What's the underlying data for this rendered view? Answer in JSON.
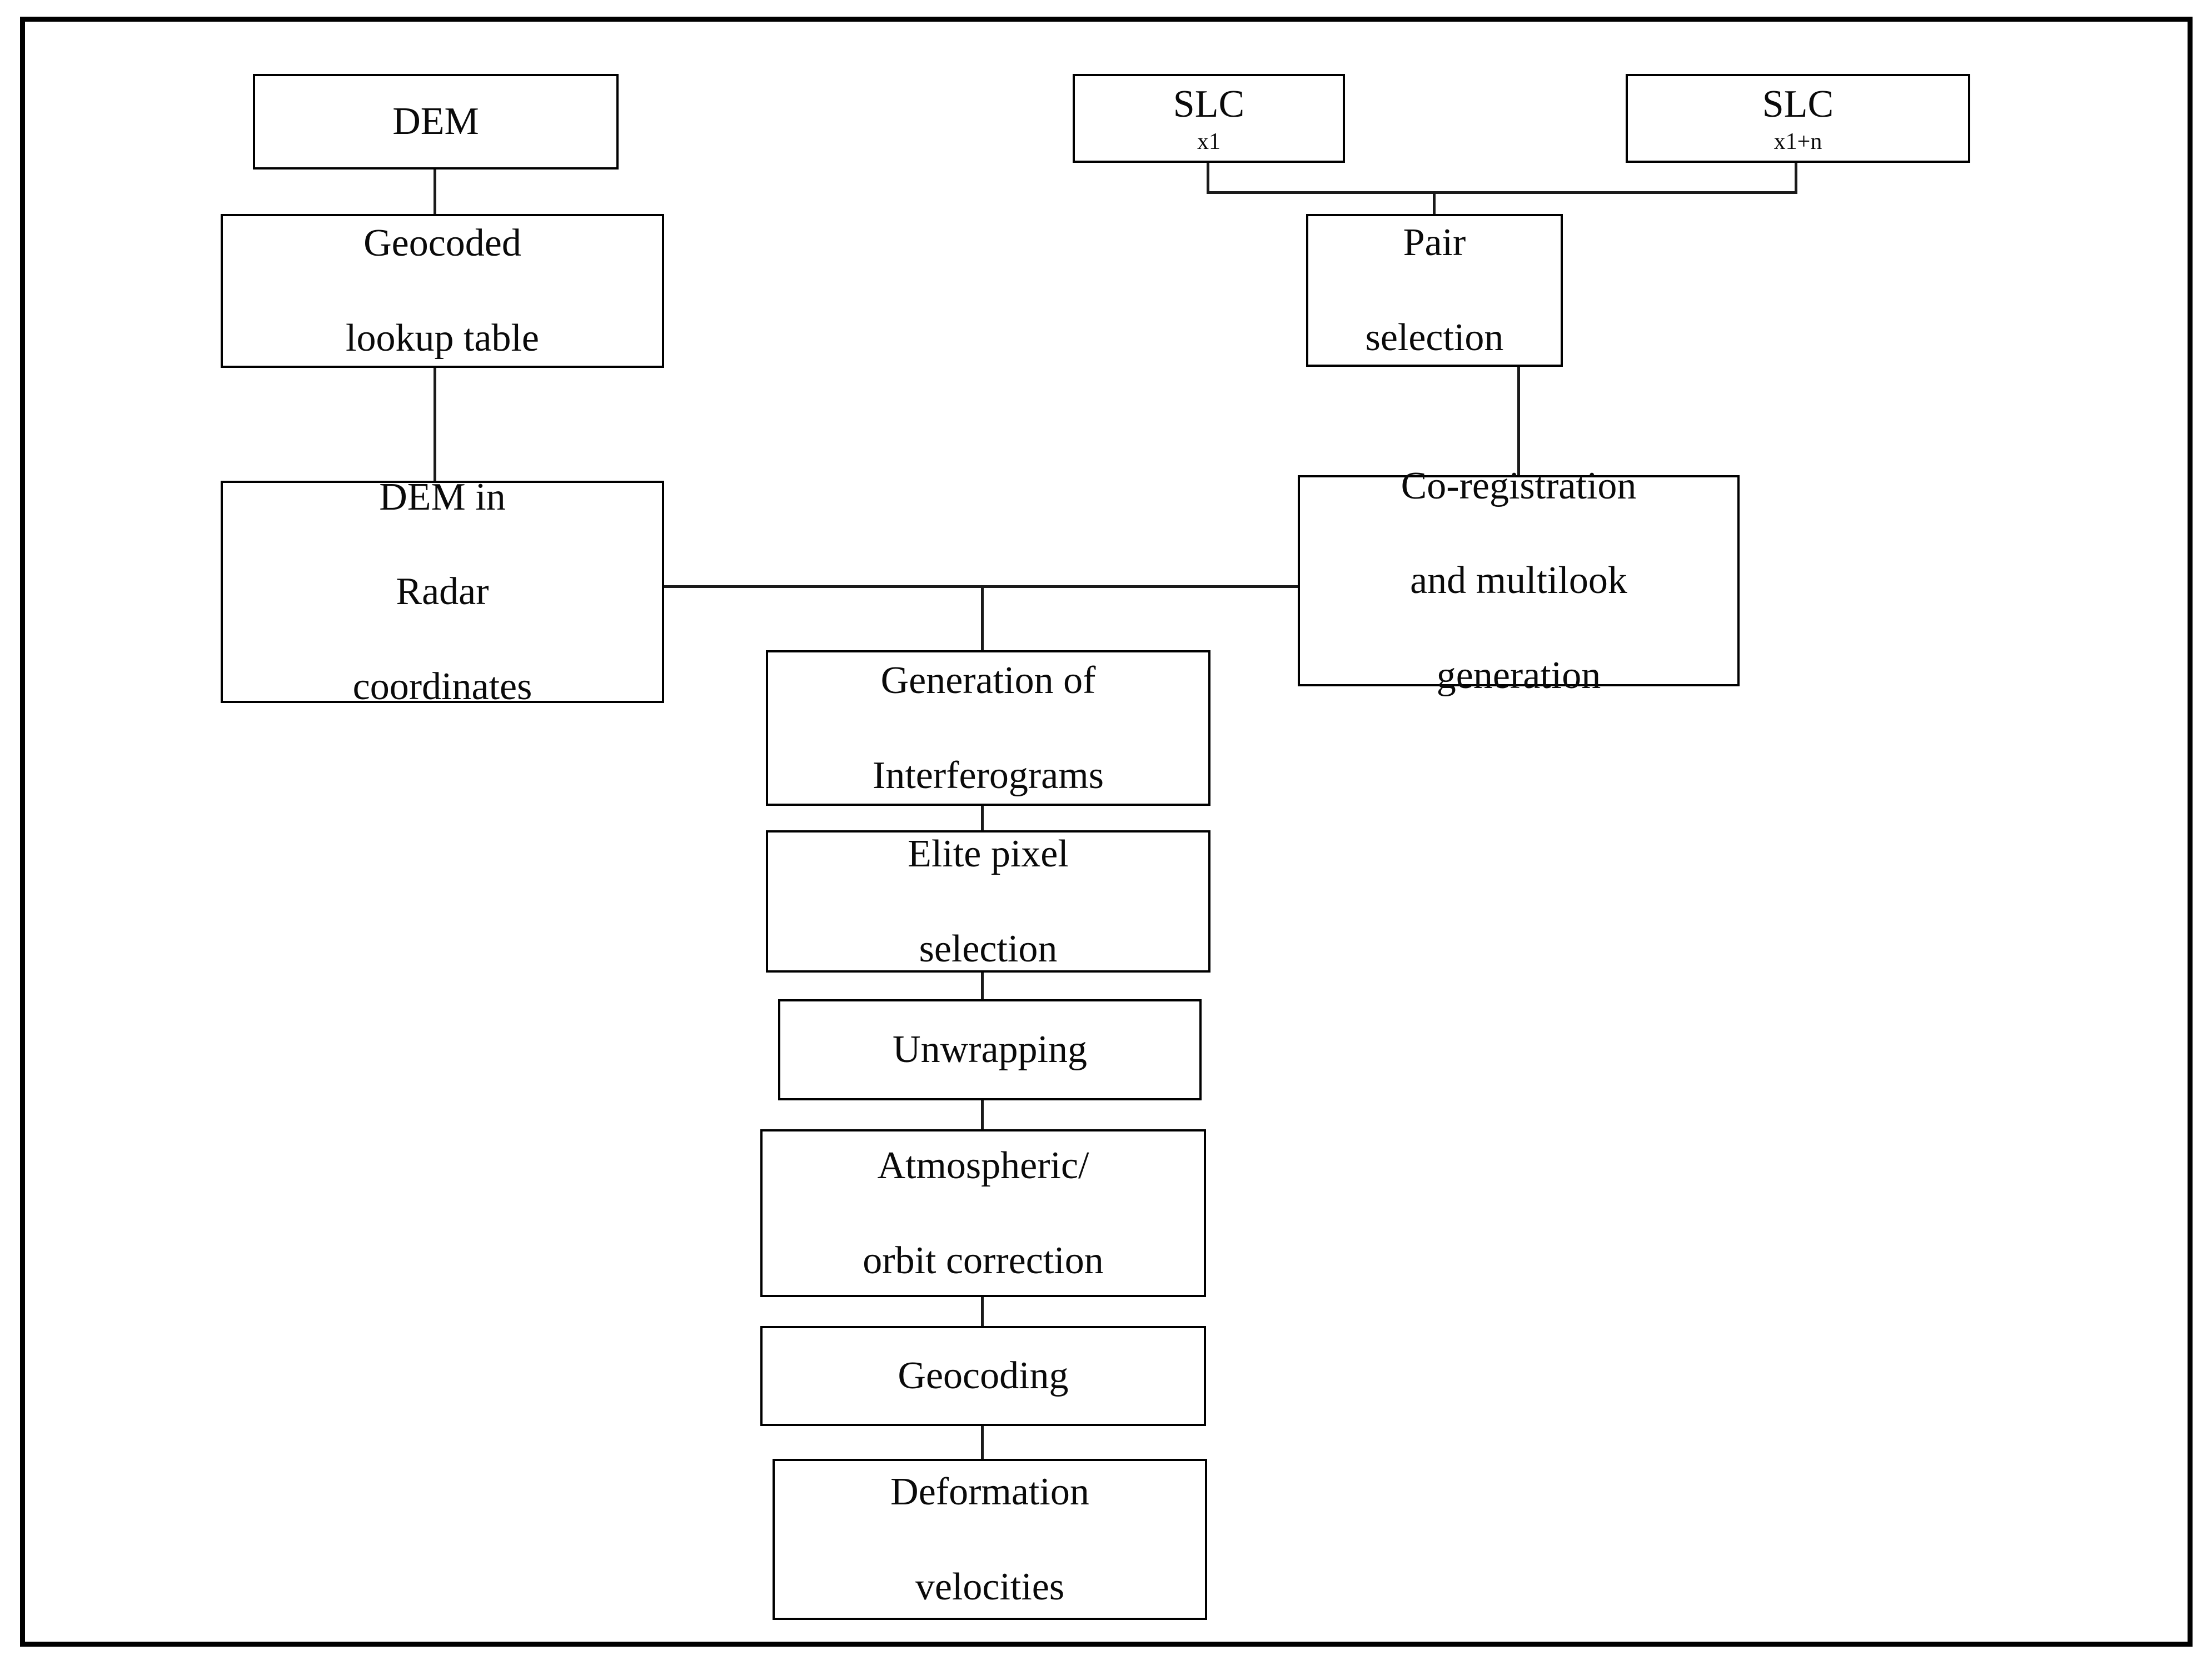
{
  "diagram": {
    "title": "InSAR deformation processing flowchart",
    "frame": {
      "border_color": "#000000",
      "background": "#ffffff"
    },
    "nodes": {
      "dem": {
        "label": "DEM"
      },
      "slc_x1": {
        "label": "SLC",
        "subscript": "x1"
      },
      "slc_x1n": {
        "label": "SLC",
        "subscript": "x1+n"
      },
      "geocoded_lookup_table": {
        "line1": "Geocoded",
        "line2": "lookup table"
      },
      "pair_selection": {
        "line1": "Pair",
        "line2": "selection"
      },
      "dem_radar": {
        "line1": "DEM in",
        "line2": "Radar",
        "line3": "coordinates"
      },
      "coregistration": {
        "line1": "Co-registration",
        "line2": "and multilook",
        "line3": "generation"
      },
      "generation_interferograms": {
        "line1": "Generation of",
        "line2": "Interferograms"
      },
      "elite_pixel_selection": {
        "line1": "Elite pixel",
        "line2": "selection"
      },
      "unwrapping": {
        "label": "Unwrapping"
      },
      "atmospheric_orbit_correction": {
        "line1": "Atmospheric/",
        "line2": "orbit correction"
      },
      "geocoding": {
        "label": "Geocoding"
      },
      "deformation_velocities": {
        "line1": "Deformation",
        "line2": "velocities"
      }
    },
    "edges": [
      {
        "from": "dem",
        "to": "geocoded_lookup_table"
      },
      {
        "from": "geocoded_lookup_table",
        "to": "dem_radar"
      },
      {
        "from": "slc_x1",
        "to": "pair_selection"
      },
      {
        "from": "slc_x1n",
        "to": "pair_selection"
      },
      {
        "from": "pair_selection",
        "to": "coregistration"
      },
      {
        "from": "dem_radar",
        "to": "generation_interferograms"
      },
      {
        "from": "coregistration",
        "to": "generation_interferograms"
      },
      {
        "from": "generation_interferograms",
        "to": "elite_pixel_selection"
      },
      {
        "from": "elite_pixel_selection",
        "to": "unwrapping"
      },
      {
        "from": "unwrapping",
        "to": "atmospheric_orbit_correction"
      },
      {
        "from": "atmospheric_orbit_correction",
        "to": "geocoding"
      },
      {
        "from": "geocoding",
        "to": "deformation_velocities"
      }
    ]
  }
}
